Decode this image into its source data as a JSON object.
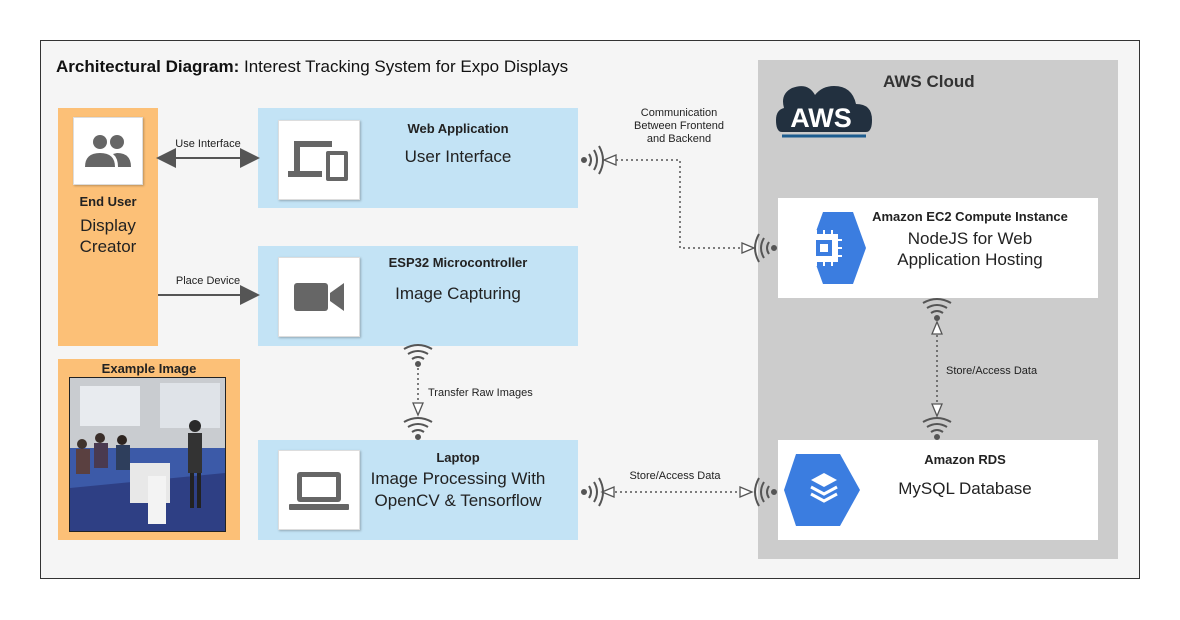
{
  "title": {
    "bold": "Architectural Diagram:",
    "rest": " Interest Tracking System for Expo Displays"
  },
  "aws_cloud": {
    "label": "AWS Cloud",
    "logo_text": "AWS"
  },
  "end_user": {
    "heading": "End User",
    "line1": "Display",
    "line2": "Creator"
  },
  "example_image": {
    "label": "Example Image"
  },
  "web_app": {
    "heading": "Web Application",
    "body": "User Interface"
  },
  "esp32": {
    "heading": "ESP32 Microcontroller",
    "body": "Image Capturing"
  },
  "laptop": {
    "heading": "Laptop",
    "body_line1": "Image Processing With",
    "body_line2": "OpenCV & Tensorflow"
  },
  "ec2": {
    "heading": "Amazon EC2 Compute Instance",
    "body_line1": "NodeJS for Web",
    "body_line2": "Application Hosting"
  },
  "rds": {
    "heading": "Amazon RDS",
    "body": "MySQL Database"
  },
  "connectors": {
    "use_interface": "Use Interface",
    "place_device": "Place Device",
    "comm_line1": "Communication",
    "comm_line2": "Between Frontend",
    "comm_line3": "and Backend",
    "transfer_raw": "Transfer Raw Images",
    "store_access_1": "Store/Access Data",
    "store_access_2": "Store/Access Data"
  },
  "colors": {
    "orange": "#fcc077",
    "blue": "#c3e3f5",
    "aws_grey": "#cccccc",
    "gcp_blue": "#3b7de0"
  },
  "icons": [
    "users-icon",
    "devices-icon",
    "video-camera-icon",
    "laptop-icon",
    "chip-icon",
    "database-stack-icon",
    "wifi-signal-icon",
    "aws-cloud-logo"
  ]
}
